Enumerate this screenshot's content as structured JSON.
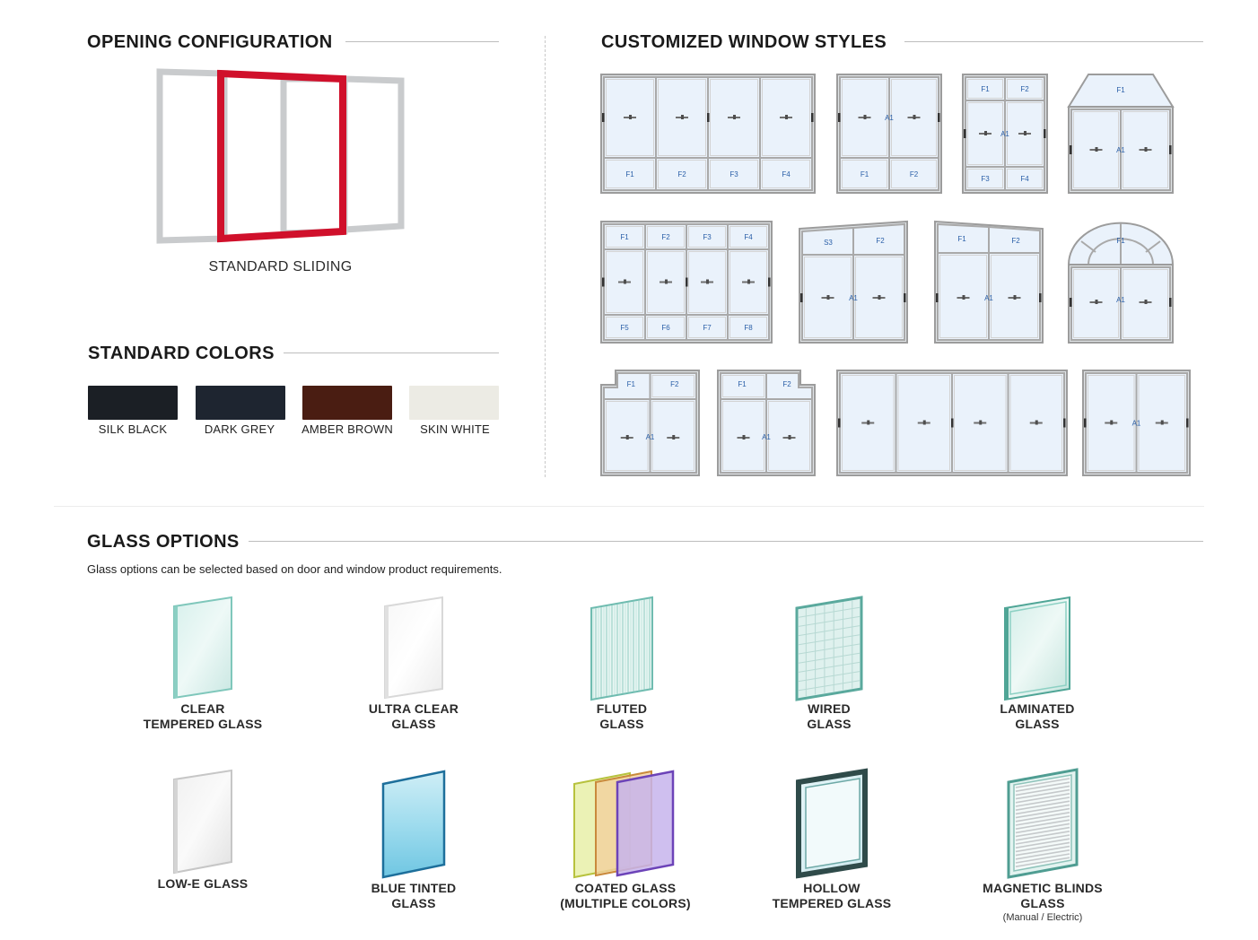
{
  "opening": {
    "title": "OPENING CONFIGURATION",
    "label": "STANDARD SLIDING"
  },
  "colors": {
    "title": "STANDARD COLORS",
    "items": [
      {
        "label": "SILK BLACK",
        "hex": "#1b1f25"
      },
      {
        "label": "DARK GREY",
        "hex": "#1e2530"
      },
      {
        "label": "AMBER BROWN",
        "hex": "#4a1d12"
      },
      {
        "label": "SKIN WHITE",
        "hex": "#ecebe4"
      }
    ]
  },
  "styles": {
    "title": "CUSTOMIZED WINDOW STYLES",
    "labels": {
      "A1": "A1",
      "F1": "F1",
      "F2": "F2",
      "F3": "F3",
      "F4": "F4",
      "F5": "F5",
      "F6": "F6",
      "F7": "F7",
      "F8": "F8",
      "S3": "S3"
    }
  },
  "glass": {
    "title": "GLASS OPTIONS",
    "description": "Glass options can be selected based on door and window product requirements.",
    "items": [
      {
        "name": "CLEAR\nTEMPERED GLASS",
        "icon": "clear-glass-icon"
      },
      {
        "name": "ULTRA CLEAR\nGLASS",
        "icon": "ultra-clear-glass-icon"
      },
      {
        "name": "FLUTED\nGLASS",
        "icon": "fluted-glass-icon"
      },
      {
        "name": "WIRED\nGLASS",
        "icon": "wired-glass-icon"
      },
      {
        "name": "LAMINATED\nGLASS",
        "icon": "laminated-glass-icon"
      },
      {
        "name": "LOW-E GLASS",
        "icon": "low-e-glass-icon"
      },
      {
        "name": "BLUE TINTED\nGLASS",
        "icon": "blue-tinted-glass-icon"
      },
      {
        "name": "COATED GLASS\n(MULTIPLE COLORS)",
        "icon": "coated-glass-icon"
      },
      {
        "name": "HOLLOW\nTEMPERED GLASS",
        "icon": "hollow-glass-icon"
      },
      {
        "name": "MAGNETIC BLINDS\nGLASS",
        "sub": "(Manual / Electric)",
        "icon": "magnetic-blinds-glass-icon"
      }
    ]
  },
  "accent": {
    "highlight": "#d0102b",
    "frame": "#c9c9c9",
    "glass_fill": "#eaf2fb"
  }
}
